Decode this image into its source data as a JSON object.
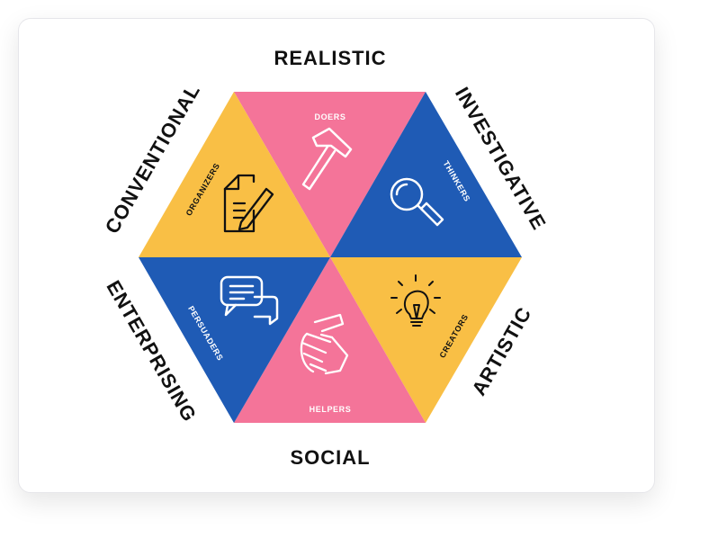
{
  "colors": {
    "pink": "#F47499",
    "blue": "#1F5BB5",
    "yellow": "#F9BF45",
    "text_dark": "#111111",
    "text_light": "#ffffff"
  },
  "types": {
    "realistic": "REALISTIC",
    "investigative": "INVESTIGATIVE",
    "artistic": "ARTISTIC",
    "social": "SOCIAL",
    "enterprising": "ENTERPRISING",
    "conventional": "CONVENTIONAL"
  },
  "roles": {
    "doers": "DOERS",
    "thinkers": "THINKERS",
    "creators": "CREATORS",
    "helpers": "HELPERS",
    "persuaders": "PERSUADERS",
    "organizers": "ORGANIZERS"
  },
  "icons": {
    "doers": "hammer-icon",
    "thinkers": "magnifier-icon",
    "creators": "lightbulb-icon",
    "helpers": "handshake-icon",
    "persuaders": "speech-bubbles-icon",
    "organizers": "document-pencil-icon"
  }
}
